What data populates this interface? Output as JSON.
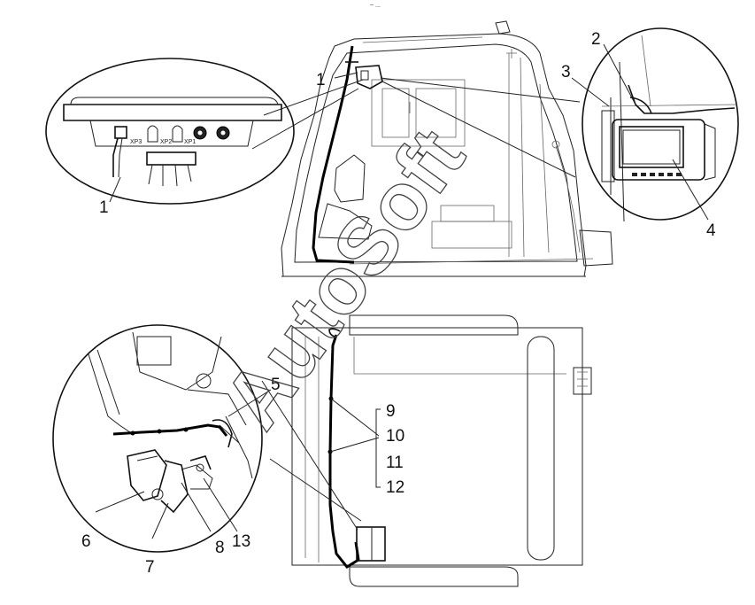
{
  "diagram": {
    "header_mark": "~ ...",
    "watermark": "AutoSoft",
    "connector_labels": {
      "xp3": "XP3",
      "xp2": "XP2",
      "xp1": "XP1"
    },
    "callouts": {
      "c1_top": "1",
      "c1_inset": "1",
      "c2": "2",
      "c3": "3",
      "c4": "4",
      "c5": "5",
      "c6": "6",
      "c7": "7",
      "c8": "8",
      "c13": "13",
      "c9": "9",
      "c10": "10",
      "c11": "11",
      "c12": "12"
    }
  }
}
